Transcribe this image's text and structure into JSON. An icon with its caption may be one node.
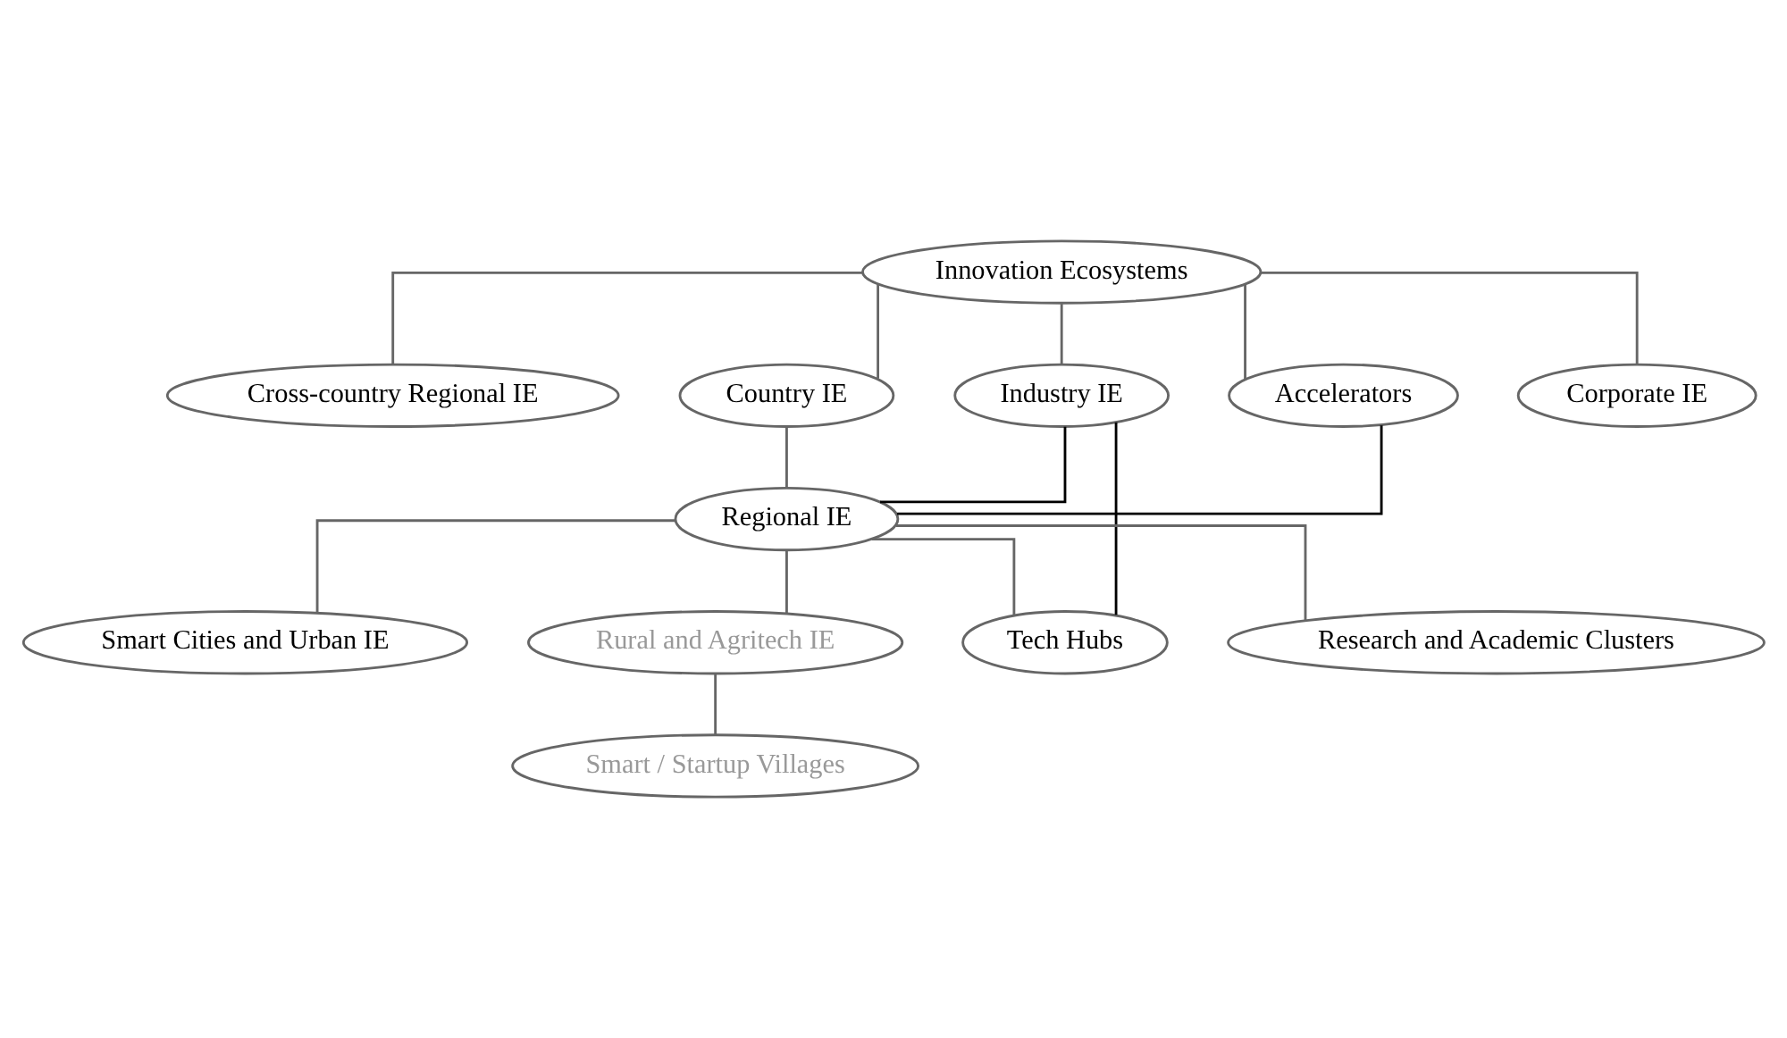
{
  "diagram": {
    "nodes": [
      {
        "text": [
          "Innovation Ecosystems"
        ]
      },
      {
        "text": [
          "Cross-country Regional IE"
        ]
      },
      {
        "text": [
          "Country IE"
        ]
      },
      {
        "text": [
          "Industry IE"
        ]
      },
      {
        "text": [
          "Accelerators"
        ]
      },
      {
        "text": [
          "Corporate IE"
        ]
      },
      {
        "text": [
          "Regional IE"
        ]
      },
      {
        "text": [
          "Smart Cities and Urban IE"
        ]
      },
      {
        "text": [
          "Rural and Agritech IE"
        ]
      },
      {
        "text": [
          "Tech Hubs"
        ]
      },
      {
        "text": [
          "Research and Academic Clusters"
        ]
      },
      {
        "text": [
          "Smart / Startup Villages"
        ]
      }
    ],
    "edges": [
      {
        "from": 0,
        "to": 1,
        "arrow": "none"
      },
      {
        "from": 0,
        "to": 2,
        "arrow": "none"
      },
      {
        "from": 0,
        "to": 3,
        "arrow": "none"
      },
      {
        "from": 0,
        "to": 4,
        "arrow": "none"
      },
      {
        "from": 0,
        "to": 5,
        "arrow": "none"
      },
      {
        "from": 2,
        "to": 6,
        "arrow": "none"
      },
      {
        "from": 3,
        "to": 6,
        "arrow": "none",
        "color": "#000000"
      },
      {
        "from": 4,
        "to": 6,
        "arrow": "none",
        "color": "#000000"
      },
      {
        "from": 3,
        "to": 9,
        "arrow": "none",
        "color": "#000000"
      },
      {
        "from": 6,
        "to": 7,
        "arrow": "none"
      },
      {
        "from": 6,
        "to": 8,
        "arrow": "none"
      },
      {
        "from": 6,
        "to": 9,
        "arrow": "none"
      },
      {
        "from": 6,
        "to": 10,
        "arrow": "none"
      },
      {
        "from": 8,
        "to": 11,
        "arrow": "none"
      }
    ]
  }
}
